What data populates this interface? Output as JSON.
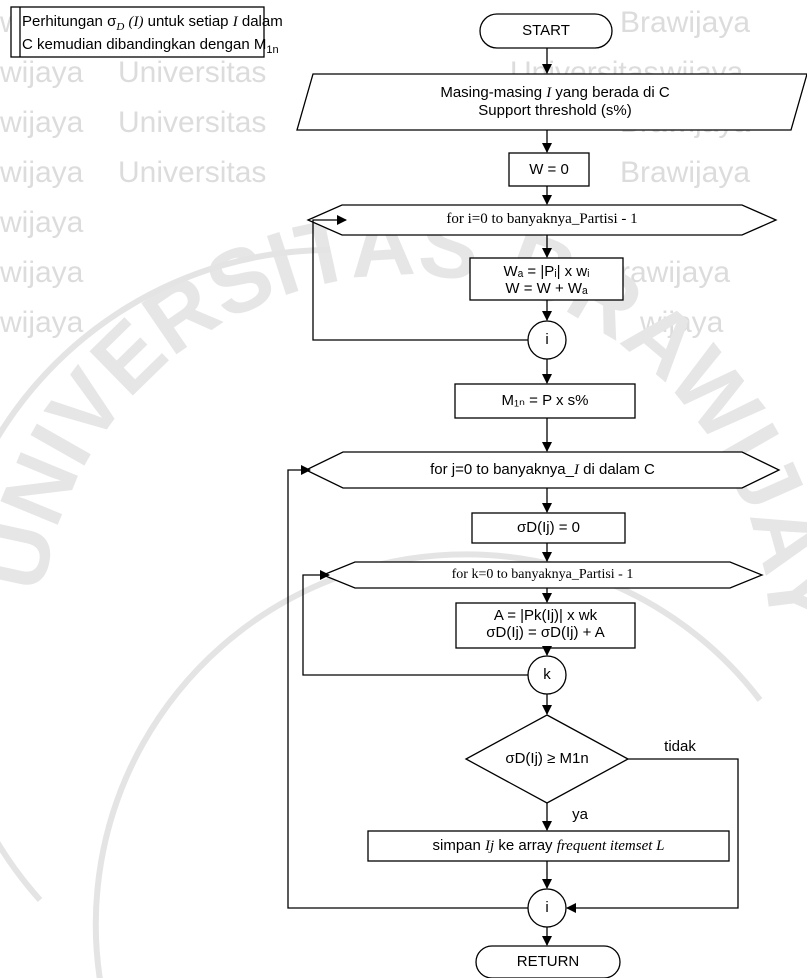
{
  "watermark": {
    "word_university": "Universitas",
    "word_brand": "Brawijaya",
    "word_brand_short": "wijaya",
    "arc_text": "UNIVERSITAS BRAWIJAYA"
  },
  "note": {
    "line1_prefix": "Perhitungan σ",
    "line1_sub": "D",
    "line1_var": "(I)",
    "line1_mid": "untuk setiap",
    "line1_var2": "I",
    "line1_suffix": "dalam",
    "line2_prefix": "C kemudian dibandingkan dengan M",
    "line2_sub": "1n"
  },
  "flow": {
    "start": "START",
    "input_line1_a": "Masing-masing",
    "input_line1_var": "I",
    "input_line1_b": "yang berada di C",
    "input_line2": "Support threshold (s%)",
    "init_w": "W = 0",
    "loop_i": "for i=0 to banyaknya_Partisi - 1",
    "wa_line1": "Wₐ = |Pᵢ| x wᵢ",
    "wa_line2": "W = W + Wₐ",
    "conn_i": "i",
    "min_support": "M₁ₙ = P x s%",
    "loop_j_a": "for j=0 to banyaknya_",
    "loop_j_var": "I",
    "loop_j_b": "di dalam C",
    "sigma_init": "σD(Ij) = 0",
    "loop_k": "for k=0 to banyaknya_Partisi - 1",
    "calc_a": "A = |Pk(Ij)| x wk",
    "calc_sigma": "σD(Ij) = σD(Ij) + A",
    "conn_k": "k",
    "decision": "σD(Ij) ≥ M1n",
    "label_no": "tidak",
    "label_yes": "ya",
    "save_a": "simpan",
    "save_var": "Ij",
    "save_b": "ke array",
    "save_c": "frequent itemset L",
    "conn_i2": "i",
    "return": "RETURN"
  }
}
